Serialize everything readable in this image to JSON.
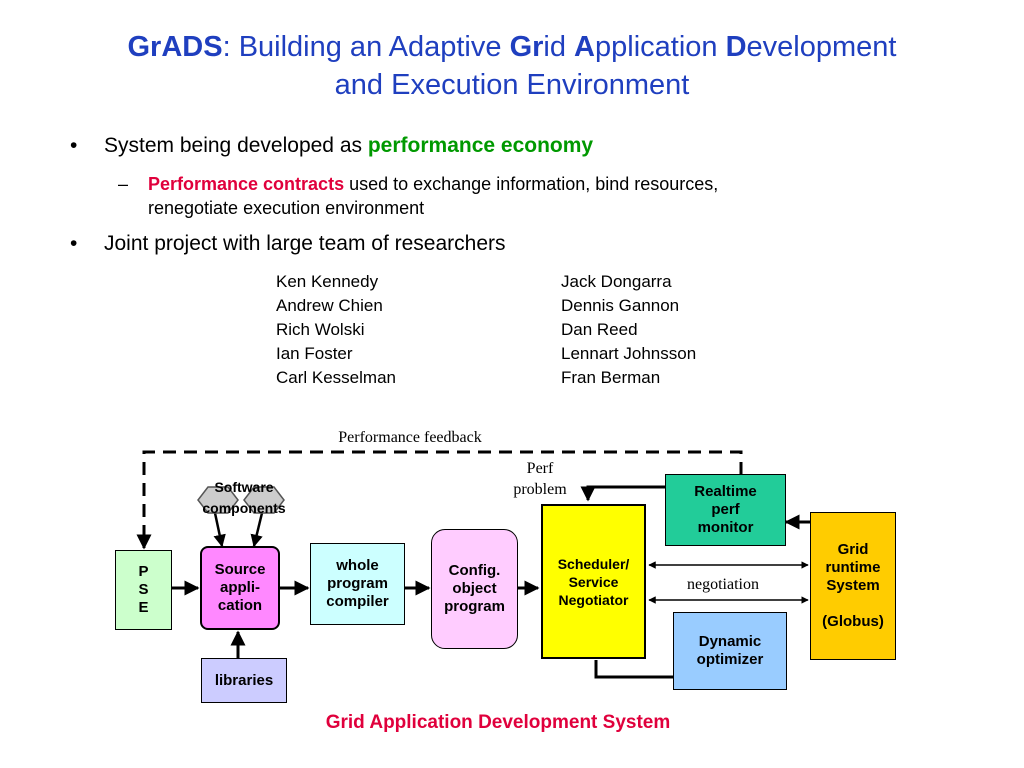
{
  "title": {
    "line1": {
      "t1": "GrADS",
      "t2": ":  Building an Adaptive ",
      "t3": "Gr",
      "t4": "id ",
      "t5": "A",
      "t6": "pplication ",
      "t7": "D",
      "t8": "evelopment"
    },
    "line2": "and Execution Environment"
  },
  "bullets": {
    "b1_prefix": "System being developed as ",
    "b1_highlight": "performance economy",
    "sub_highlight": "Performance contracts",
    "sub_rest": " used to exchange information, bind resources,",
    "sub_line2": "renegotiate execution environment",
    "b2": "Joint project with large team of researchers",
    "bullet_char": "•",
    "dash_char": "–"
  },
  "researchers": {
    "col1": [
      "Ken Kennedy",
      "Andrew Chien",
      "Rich Wolski",
      "Ian Foster",
      "Carl Kesselman"
    ],
    "col2": [
      "Jack Dongarra",
      "Dennis Gannon",
      "Dan Reed",
      "Lennart Johnsson",
      "Fran Berman"
    ]
  },
  "diagram": {
    "perf_feedback": "Performance feedback",
    "perf_problem_1": "Perf",
    "perf_problem_2": "problem",
    "negotiation": "negotiation",
    "software_components_1": "Software",
    "software_components_2": "components",
    "pse": [
      "P",
      "S",
      "E"
    ],
    "source_app": [
      "Source",
      "appli-",
      "cation"
    ],
    "libraries": "libraries",
    "whole_program": [
      "whole",
      "program",
      "compiler"
    ],
    "config_object": [
      "Config.",
      "object",
      "program"
    ],
    "scheduler": [
      "Scheduler/",
      "Service",
      "Negotiator"
    ],
    "realtime": [
      "Realtime",
      "perf",
      "monitor"
    ],
    "dynamic": [
      "Dynamic",
      "optimizer"
    ],
    "grid_runtime": [
      "Grid",
      "runtime",
      "System"
    ],
    "globus": "(Globus)",
    "caption": "Grid Application Development System"
  },
  "colors": {
    "title": "#1f3fbf",
    "green": "#009900",
    "red": "#e0003c",
    "pse": "#ccffcc",
    "source": "#ff88ff",
    "whole": "#ccffff",
    "config": "#ffccff",
    "scheduler": "#ffff00",
    "realtime": "#22cc99",
    "dynamic": "#99ccff",
    "grid": "#ffcc00",
    "libraries": "#ccccff"
  }
}
